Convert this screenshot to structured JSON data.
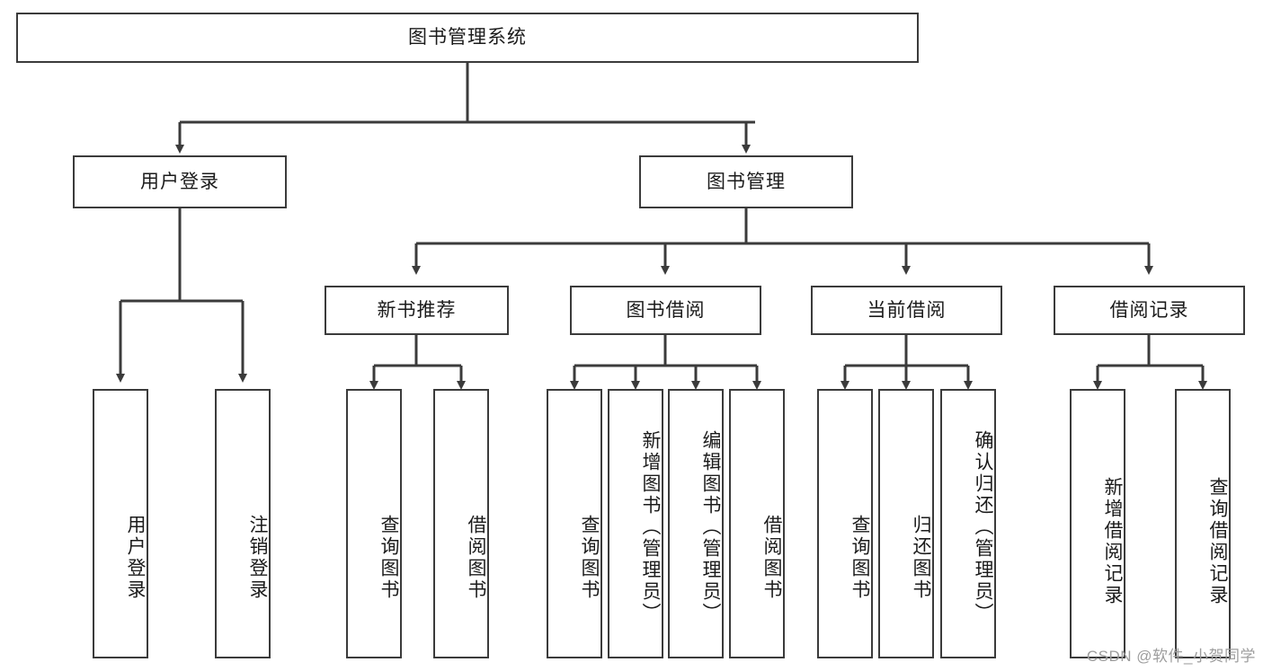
{
  "diagram": {
    "type": "hierarchy-tree",
    "title": "图书管理系统",
    "background_color": "#ffffff",
    "border_color": "#3b3b3b",
    "text_color": "#1b1b1b",
    "watermark": "CSDN @软件_小贺同学",
    "levels": {
      "root": "图书管理系统",
      "level1": [
        "用户登录",
        "图书管理"
      ],
      "level2": [
        "新书推荐",
        "图书借阅",
        "当前借阅",
        "借阅记录"
      ]
    },
    "nodes": {
      "root": {
        "label": "图书管理系统"
      },
      "user_login": {
        "label": "用户登录"
      },
      "book_manage": {
        "label": "图书管理"
      },
      "new_book_rec": {
        "label": "新书推荐"
      },
      "book_borrow": {
        "label": "图书借阅"
      },
      "current_borrow": {
        "label": "当前借阅"
      },
      "borrow_record": {
        "label": "借阅记录"
      },
      "leaf_user_login": {
        "label": "用户登录"
      },
      "leaf_logout": {
        "label": "注销登录"
      },
      "leaf_query_book_1": {
        "label": "查询图书"
      },
      "leaf_borrow_book_1": {
        "label": "借阅图书"
      },
      "leaf_query_book_2": {
        "label": "查询图书"
      },
      "leaf_add_book_admin": {
        "label": "新增图书（管理员）"
      },
      "leaf_edit_book_admin": {
        "label": "编辑图书（管理员）"
      },
      "leaf_borrow_book_2": {
        "label": "借阅图书"
      },
      "leaf_query_book_3": {
        "label": "查询图书"
      },
      "leaf_return_book": {
        "label": "归还图书"
      },
      "leaf_confirm_return_admin": {
        "label": "确认归还（管理员）"
      },
      "leaf_add_borrow_record": {
        "label": "新增借阅记录"
      },
      "leaf_query_borrow_record": {
        "label": "查询借阅记录"
      }
    },
    "relations": [
      {
        "from": "图书管理系统",
        "to": "用户登录"
      },
      {
        "from": "图书管理系统",
        "to": "图书管理"
      },
      {
        "from": "用户登录",
        "to": "用户登录"
      },
      {
        "from": "用户登录",
        "to": "注销登录"
      },
      {
        "from": "图书管理",
        "to": "新书推荐"
      },
      {
        "from": "图书管理",
        "to": "图书借阅"
      },
      {
        "from": "图书管理",
        "to": "当前借阅"
      },
      {
        "from": "图书管理",
        "to": "借阅记录"
      },
      {
        "from": "新书推荐",
        "to": "查询图书"
      },
      {
        "from": "新书推荐",
        "to": "借阅图书"
      },
      {
        "from": "图书借阅",
        "to": "查询图书"
      },
      {
        "from": "图书借阅",
        "to": "新增图书（管理员）"
      },
      {
        "from": "图书借阅",
        "to": "编辑图书（管理员）"
      },
      {
        "from": "图书借阅",
        "to": "借阅图书"
      },
      {
        "from": "当前借阅",
        "to": "查询图书"
      },
      {
        "from": "当前借阅",
        "to": "归还图书"
      },
      {
        "from": "当前借阅",
        "to": "确认归还（管理员）"
      },
      {
        "from": "借阅记录",
        "to": "新增借阅记录"
      },
      {
        "from": "借阅记录",
        "to": "查询借阅记录"
      }
    ]
  }
}
